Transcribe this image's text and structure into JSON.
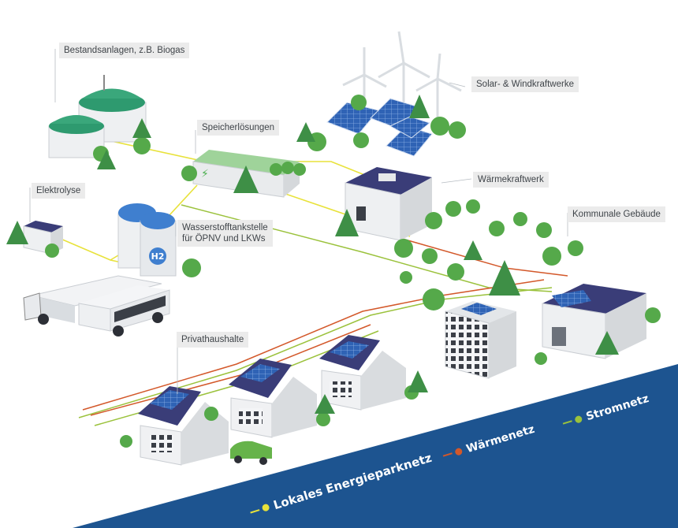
{
  "labels": {
    "biogas": "Bestandsanlagen, z.B. Biogas",
    "wind_solar": "Solar- & Windkraftwerke",
    "storage": "Speicherlösungen",
    "chp": "Wärmekraftwerk",
    "electrolysis": "Elektrolyse",
    "h2_station_line1": "Wasserstofftankstelle",
    "h2_station_line2": "für ÖPNV und LKWs",
    "municipal": "Kommunale Gebäude",
    "households": "Privathaushalte"
  },
  "legend": {
    "local": "Lokales Energieparknetz",
    "heat": "Wärmenetz",
    "power": "Stromnetz"
  },
  "h2_symbol": "H2",
  "colors": {
    "band": "#1d5490",
    "local_net": "#e8e23a",
    "heat_net": "#d3582a",
    "power_net": "#9bc23c",
    "roof": "#3a3d78",
    "panel": "#2f63b5",
    "tree": "#55a94a",
    "tank": "#3f7fcf"
  }
}
